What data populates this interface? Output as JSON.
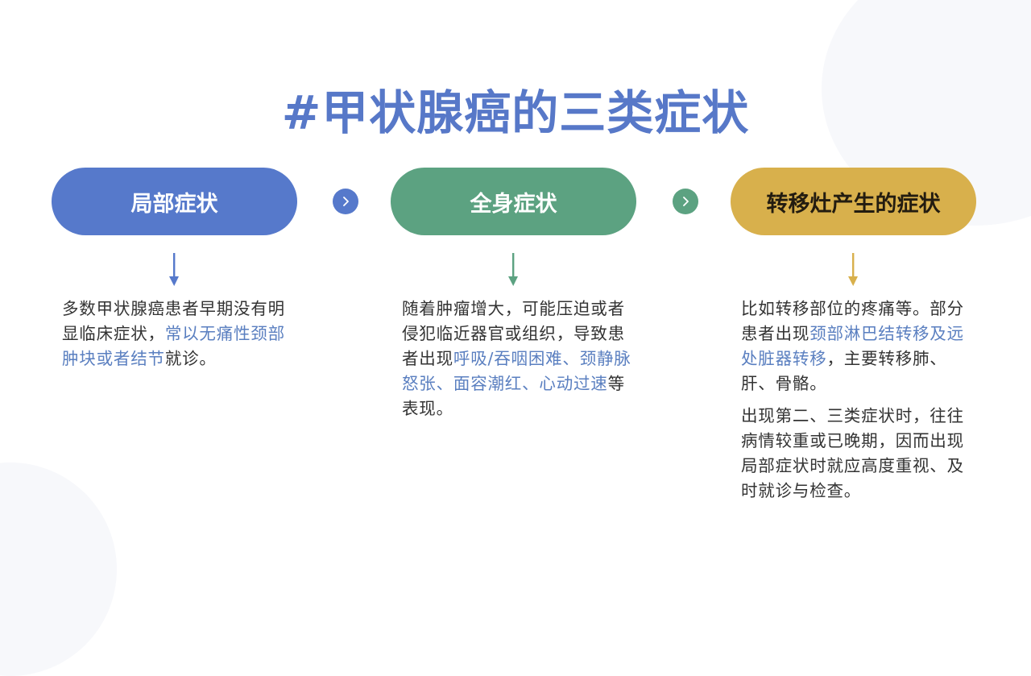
{
  "title": "#甲状腺癌的三类症状",
  "colors": {
    "title": "#5778c8",
    "blue": "#5679cb",
    "green": "#5ca281",
    "gold": "#d8b04c",
    "highlight": "#5a7fc0",
    "body_text": "#333333"
  },
  "categories": [
    {
      "label": "局部症状",
      "color": "#5679cb",
      "description": {
        "paragraphs": [
          {
            "pre": "多数甲状腺癌患者早期没有明显临床症状，",
            "highlight": "常以无痛性颈部肿块或者结节",
            "post": "就诊。"
          }
        ]
      }
    },
    {
      "label": "全身症状",
      "color": "#5ca281",
      "description": {
        "paragraphs": [
          {
            "pre": "随着肿瘤增大，可能压迫或者侵犯临近器官或组织，导致患者出现",
            "highlight": "呼吸/吞咽困难、颈静脉怒张、面容潮红、心动过速",
            "post": "等表现。"
          }
        ]
      }
    },
    {
      "label": "转移灶产生的症状",
      "color": "#d8b04c",
      "description": {
        "paragraphs": [
          {
            "pre": "比如转移部位的疼痛等。部分患者出现",
            "highlight": "颈部淋巴结转移及远处脏器转移",
            "post": "，主要转移肺、肝、骨骼。"
          },
          {
            "pre": "出现第二、三类症状时，往往病情较重或已晚期，因而出现局部症状时就应高度重视、及时就诊与检查。",
            "highlight": "",
            "post": ""
          }
        ]
      }
    }
  ],
  "icons": {
    "connector": "chevron-right-circle-icon",
    "down": "arrow-down-icon"
  }
}
